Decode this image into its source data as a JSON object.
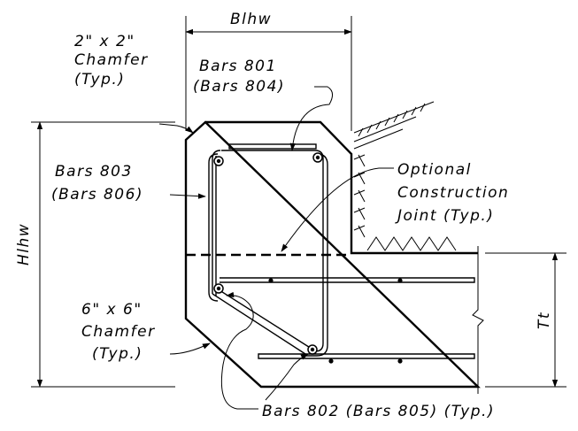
{
  "labels": {
    "blhw": "Blhw",
    "hlhw": "Hlhw",
    "tt": "Tt",
    "chamfer_top_l1": "2\" x 2\"",
    "chamfer_top_l2": "Chamfer",
    "chamfer_top_l3": "(Typ.)",
    "bars801_l1": "Bars 801",
    "bars801_l2": "(Bars 804)",
    "bars803_l1": "Bars 803",
    "bars803_l2": "(Bars 806)",
    "optional_l1": "Optional",
    "optional_l2": "Construction",
    "optional_l3": "Joint (Typ.)",
    "chamfer_bot_l1": "6\" x 6\"",
    "chamfer_bot_l2": "Chamfer",
    "chamfer_bot_l3": "(Typ.)",
    "bars802": "Bars 802 (Bars 805) (Typ.)"
  }
}
